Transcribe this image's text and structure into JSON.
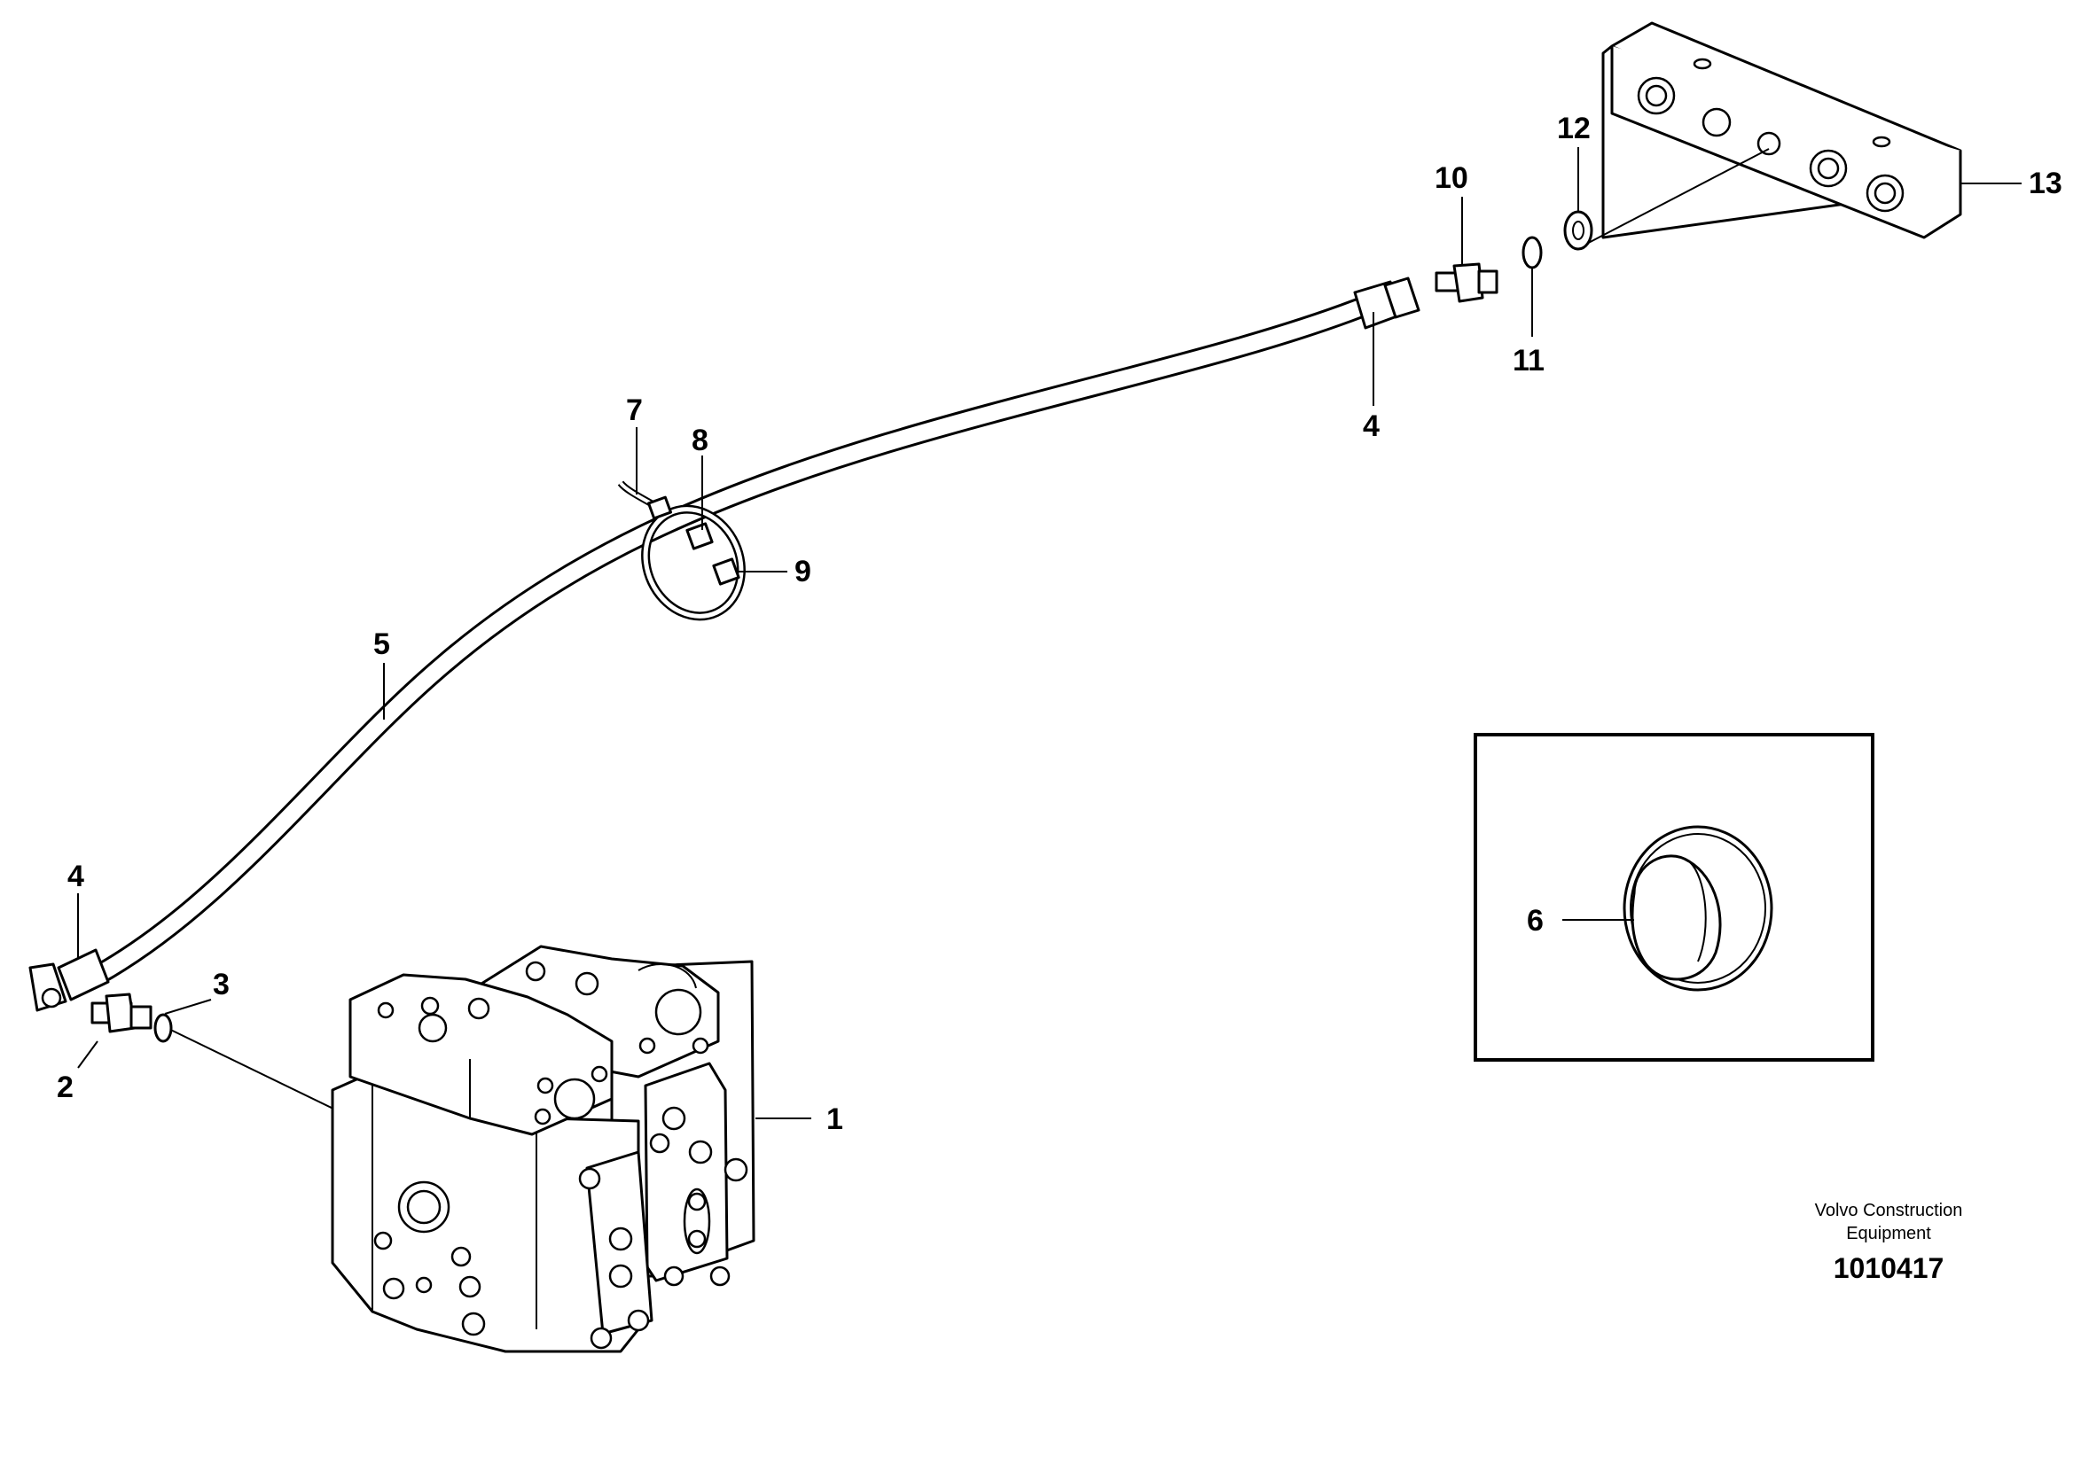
{
  "callouts": {
    "c1": "1",
    "c2": "2",
    "c3": "3",
    "c4a": "4",
    "c4b": "4",
    "c5": "5",
    "c6": "6",
    "c7": "7",
    "c8": "8",
    "c9": "9",
    "c10": "10",
    "c11": "11",
    "c12": "12",
    "c13": "13"
  },
  "footer": {
    "brand_line1": "Volvo Construction",
    "brand_line2": "Equipment",
    "doc_number": "1010417"
  }
}
